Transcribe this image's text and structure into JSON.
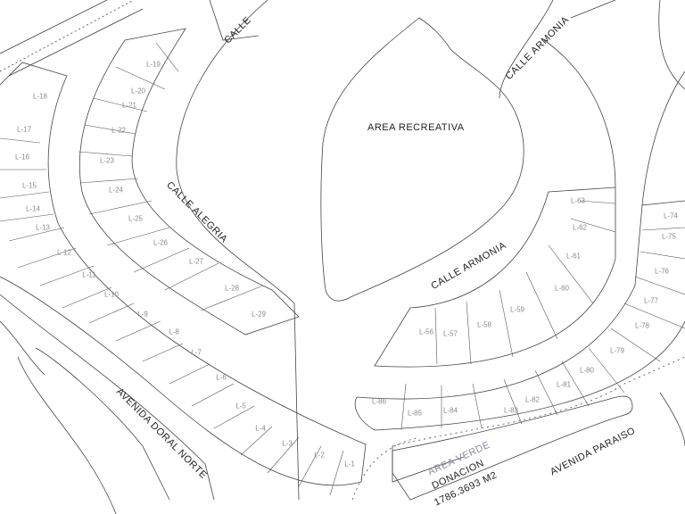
{
  "streets": {
    "calle_top": "CALLE",
    "calle_armonia_top": "CALLE    ARMONIA",
    "calle_alegria": "CALLE      ALEGRIA",
    "calle_armonia": "CALLE     ARMONIA",
    "avenida_doral_norte": "AVENIDA    DORAL   NORTE",
    "avenida_paraiso": "AVENIDA    PARAISO"
  },
  "areas": {
    "recreativa": "AREA RECREATIVA",
    "verde_title": "AREA VERDE",
    "verde_line2": "DONACION",
    "verde_area": "1786.3693 M2"
  },
  "lots": [
    "L-1",
    "L-2",
    "L-3",
    "L-4",
    "L-5",
    "L-6",
    "L-7",
    "L-8",
    "L-9",
    "L-10",
    "L-11",
    "L-12",
    "L-13",
    "L-14",
    "L-15",
    "L-16",
    "L-17",
    "L-18",
    "L-19",
    "L-20",
    "L-21",
    "L-22",
    "L-23",
    "L-24",
    "L-25",
    "L-26",
    "L-27",
    "L-28",
    "L-29",
    "L-56",
    "L-57",
    "L-58",
    "L-59",
    "L-60",
    "L-61",
    "L-62",
    "L-63",
    "L-74",
    "L-75",
    "L-76",
    "L-77",
    "L-78",
    "L-79",
    "L-80",
    "L-81",
    "L-82",
    "L-83",
    "L-84",
    "L-85",
    "L-86"
  ]
}
